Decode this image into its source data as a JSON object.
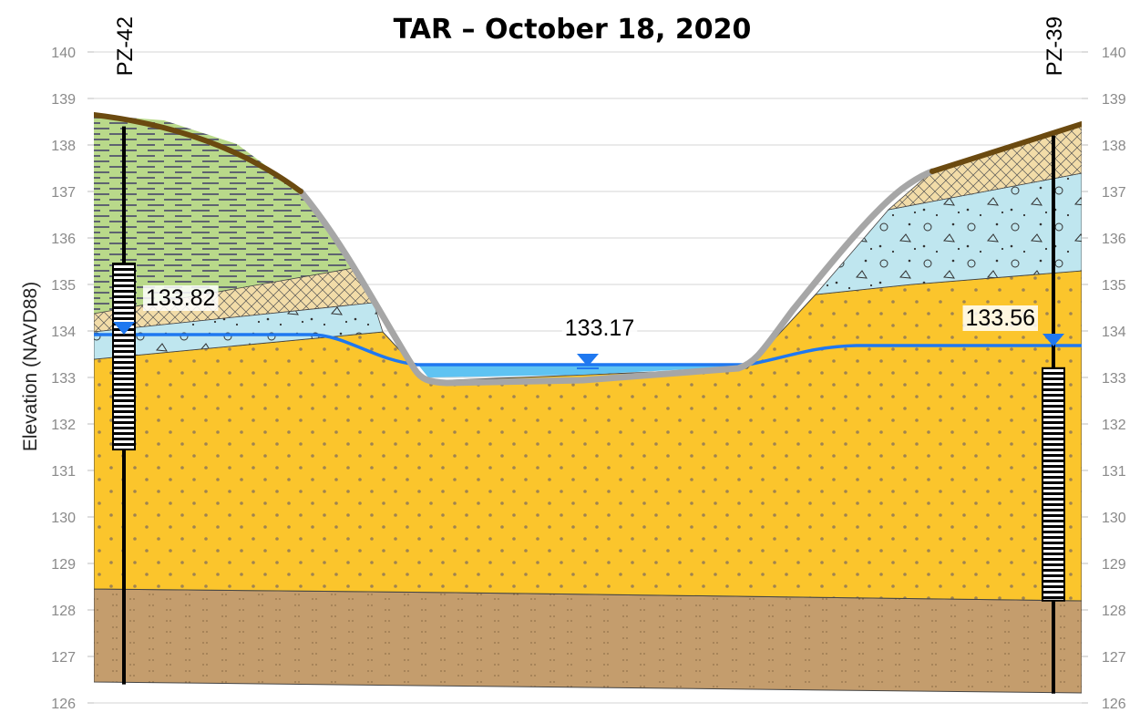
{
  "chart_data": {
    "type": "cross-section",
    "title": "TAR – October 18, 2020",
    "ylabel": "Elevation (NAVD88)",
    "xlabel": "",
    "ylim": [
      126,
      140
    ],
    "y_ticks": [
      126,
      127,
      128,
      129,
      130,
      131,
      132,
      133,
      134,
      135,
      136,
      137,
      138,
      139,
      140
    ],
    "grid": true,
    "wells": [
      {
        "name": "PZ-42",
        "side": "left",
        "top_elev": 138.4,
        "bottom_elev": 126.4,
        "screen_top": 135.45,
        "screen_bottom": 131.45,
        "water_level": 133.82
      },
      {
        "name": "PZ-39",
        "side": "right",
        "top_elev": 138.2,
        "bottom_elev": 126.2,
        "screen_top": 133.2,
        "screen_bottom": 128.2,
        "water_level": 133.56
      }
    ],
    "stream": {
      "water_level": 133.17
    },
    "water_level_labels": [
      "133.82",
      "133.17",
      "133.56"
    ],
    "colors": {
      "ground_surface": "#6b4a10",
      "channel_bank": "#a6a6a6",
      "water_table": "#1f78f0",
      "stream_water": "#5fc3f2",
      "sand": "#fbc52c",
      "clay_silt": "#c49d6d",
      "silt_green": "#b9d98a",
      "fill_tan": "#f2dca8",
      "gravel_blue": "#bfe6ef"
    }
  }
}
